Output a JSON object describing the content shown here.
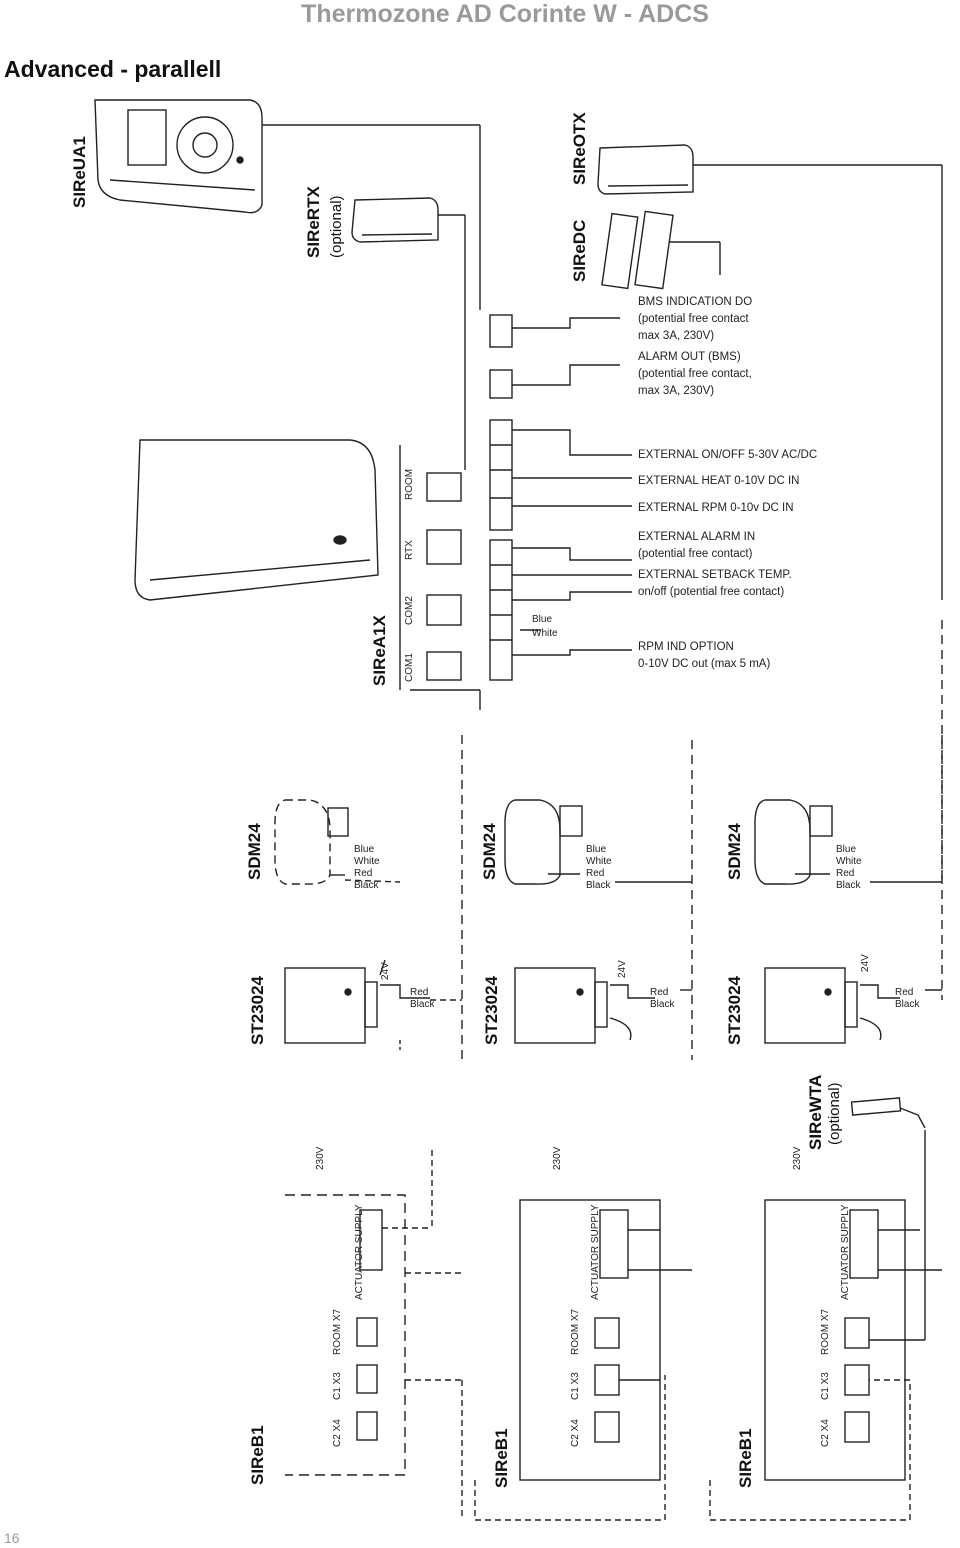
{
  "header": {
    "title": "Thermozone AD Corinte W - ADCS"
  },
  "section": {
    "title": "Advanced - parallell"
  },
  "page_number": "16",
  "components": {
    "sireua1": "SIReUA1",
    "sirertx": "SIReRTX",
    "sirertx_note": "(optional)",
    "sireotx": "SIReOTX",
    "siredc": "SIReDC",
    "sirea1x": "SIReA1X",
    "sdm24_1": "SDM24",
    "sdm24_2": "SDM24",
    "sdm24_3": "SDM24",
    "st23024_1": "ST23024",
    "st23024_2": "ST23024",
    "st23024_3": "ST23024",
    "sirewta": "SIReWTA",
    "sirewta_note": "(optional)",
    "sireb1_1": "SIReB1",
    "sireb1_2": "SIReB1",
    "sireb1_3": "SIReB1"
  },
  "io_labels": {
    "bms_1": "BMS INDICATION DO",
    "bms_2": "(potential free contact",
    "bms_3": "max 3A, 230V)",
    "alarm_1": "ALARM OUT (BMS)",
    "alarm_2": "(potential free contact,",
    "alarm_3": "max 3A, 230V)",
    "ext_onoff": "EXTERNAL ON/OFF 5-30V AC/DC",
    "ext_heat": "EXTERNAL HEAT 0-10V DC IN",
    "ext_rpm": "EXTERNAL RPM 0-10v DC IN",
    "ext_alarm_1": "EXTERNAL ALARM IN",
    "ext_alarm_2": "(potential free contact)",
    "ext_setback_1": "EXTERNAL SETBACK TEMP.",
    "ext_setback_2": "on/off (potential free contact)",
    "rpm_ind_1": "RPM IND OPTION",
    "rpm_ind_2": "0-10V DC out (max 5 mA)"
  },
  "port_labels": {
    "room": "ROOM",
    "rtx": "RTX",
    "com2": "COM2",
    "com1": "COM1"
  },
  "wire_colors": {
    "blue": "Blue",
    "white": "White",
    "red": "Red",
    "black": "Black",
    "v24": "24V",
    "v230": "230V"
  },
  "sireb1_text": {
    "actuator_supply": "ACTUATOR SUPPLY",
    "room_x7": "ROOM X7",
    "c1_x3": "C1 X3",
    "c2_x4": "C2 X4"
  }
}
